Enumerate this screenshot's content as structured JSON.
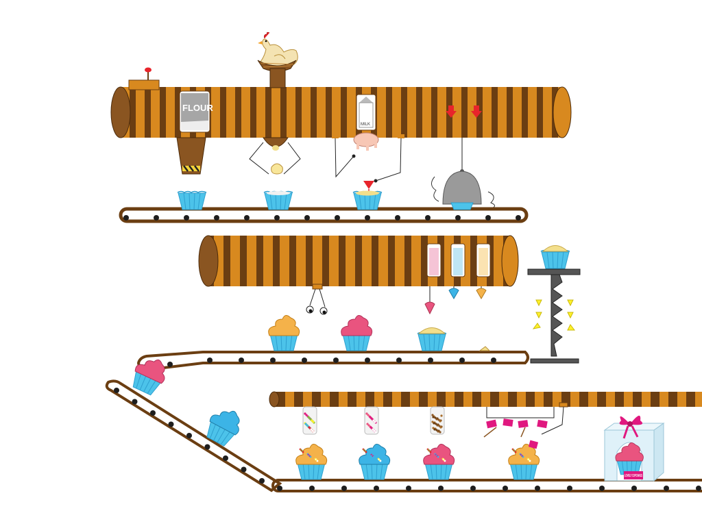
{
  "labels": {
    "flour": "FLOUR",
    "milk": "MILK",
    "box_brand": "LOVELY CUPCAKES"
  },
  "colors": {
    "tube_light": "#d8891f",
    "tube_dark": "#6b3e12",
    "tube_end": "#8a5521",
    "belt": "#6b3e12",
    "roller": "#1e1e1e",
    "liner": "#4cc3ea",
    "liner_dark": "#2e9fcf",
    "batter": "#f3df8c",
    "frost_pink": "#e9547f",
    "frost_blue": "#3cb4e6",
    "frost_orange": "#f4b24a",
    "arrow_red": "#e8242b",
    "arrow_yellow": "#fff12b",
    "box_ribbon": "#e0187f",
    "dome": "#9a9a9a",
    "chicken": "#f4e3b2"
  },
  "icons": [
    "chicken-icon",
    "nest-icon",
    "flour-bag-icon",
    "milk-carton-icon",
    "udder-icon",
    "red-down-arrow-icon",
    "oven-dome-icon",
    "gift-box-icon",
    "sprinkles-jar-icon",
    "tag-flag-icon"
  ]
}
